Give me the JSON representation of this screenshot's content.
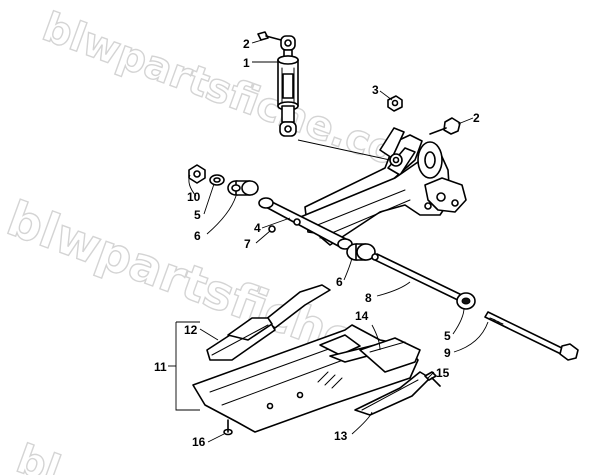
{
  "watermark": {
    "text_upper": "blwpartsfiche.com",
    "text_lower": "blwpartsfiche",
    "text_corner": "bl"
  },
  "callouts": {
    "c1": "1",
    "c2a": "2",
    "c2b": "2",
    "c3": "3",
    "c4": "4",
    "c5a": "5",
    "c5b": "5",
    "c6a": "6",
    "c6b": "6",
    "c7": "7",
    "c8": "8",
    "c9": "9",
    "c10": "10",
    "c11": "11",
    "c12": "12",
    "c13": "13",
    "c14": "14",
    "c15": "15",
    "c16": "16"
  }
}
